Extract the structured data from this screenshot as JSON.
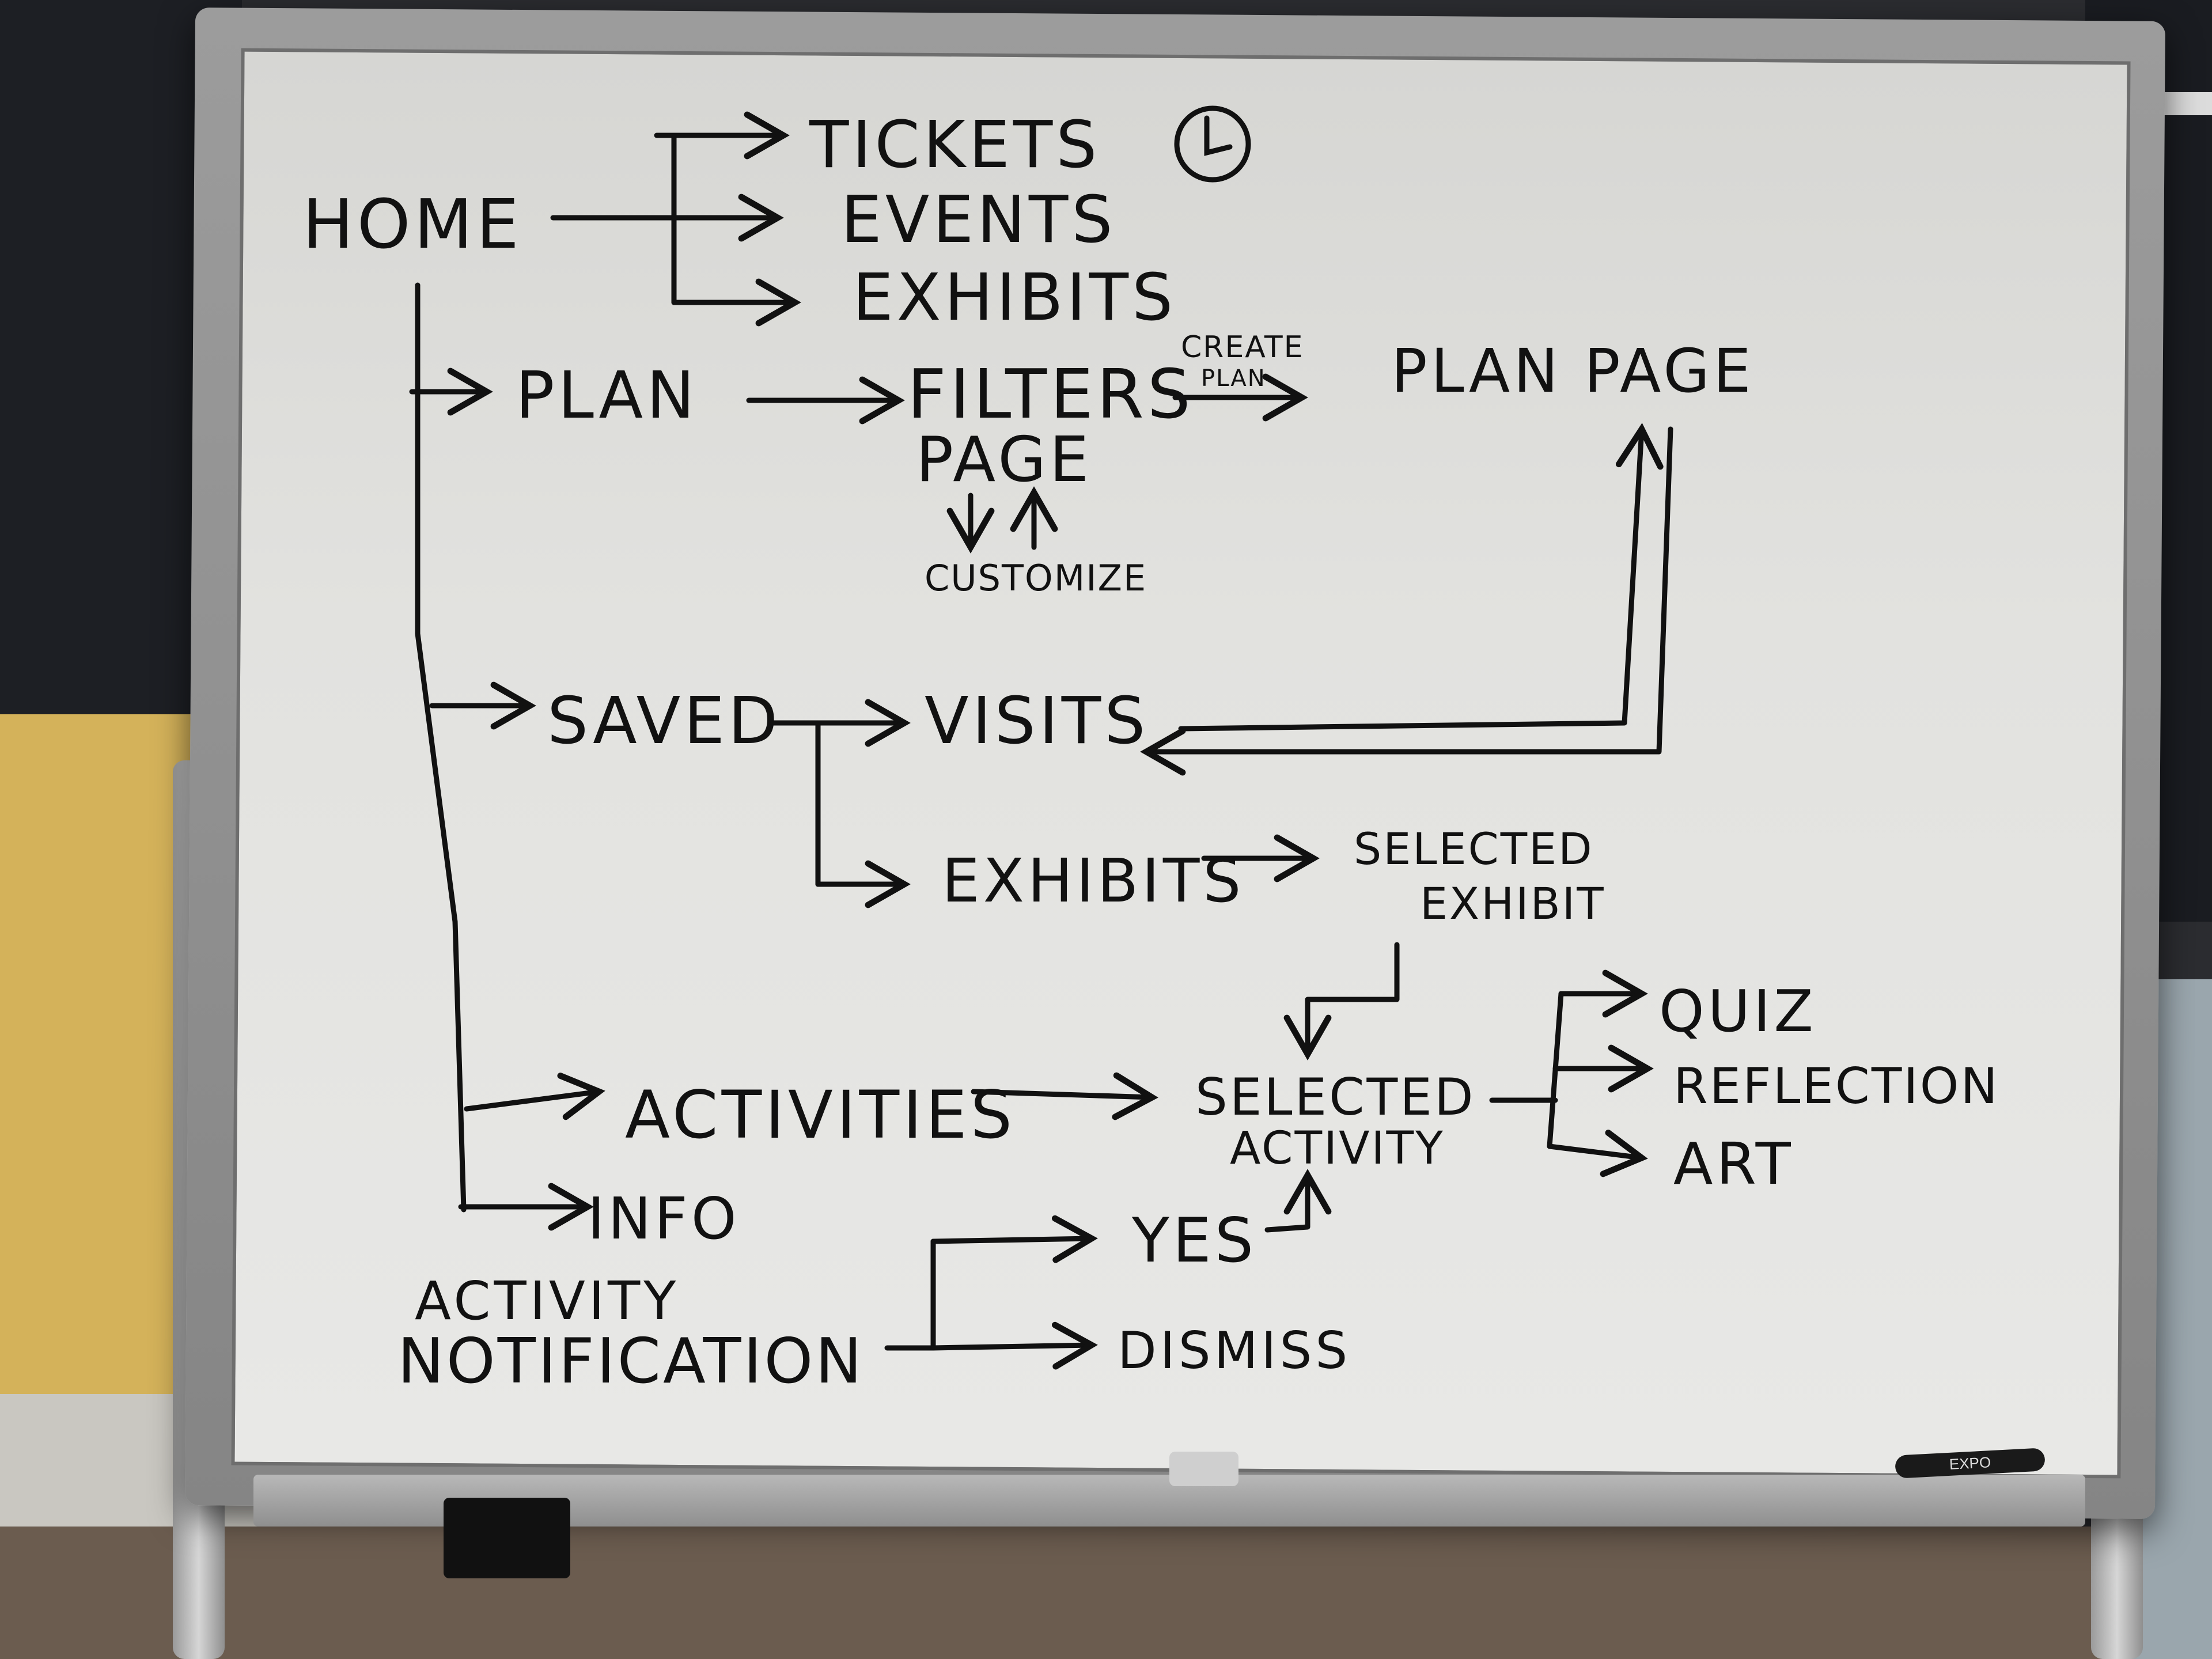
{
  "nodes": {
    "home": "HOME",
    "tickets": "TICKETS",
    "events": "EVENTS",
    "exhibits_top": "EXHIBITS",
    "plan": "PLAN",
    "filters": "FILTERS",
    "filters_page": "PAGE",
    "create_plan_1": "CREATE",
    "create_plan_2": "PLAN",
    "plan_page": "PLAN PAGE",
    "customize": "CUSTOMIZE",
    "saved": "SAVED",
    "visits": "VISITS",
    "exhibits_saved": "EXHIBITS",
    "selected_exhibit_1": "SELECTED",
    "selected_exhibit_2": "EXHIBIT",
    "activities": "ACTIVITIES",
    "selected_activity_1": "SELECTED",
    "selected_activity_2": "ACTIVITY",
    "quiz": "QUIZ",
    "reflection": "REFLECTION",
    "art": "ART",
    "info": "INFO",
    "yes": "YES",
    "dismiss": "DISMISS",
    "activity_notification_1": "ACTIVITY",
    "activity_notification_2": "NOTIFICATION"
  },
  "icons": {
    "clock": "clock-icon"
  },
  "marker_brand": "EXPO",
  "colors": {
    "ink": "#111111",
    "board": "#e4e4e1",
    "frame": "#8f8f8f",
    "pegboard": "#d4b25a"
  }
}
